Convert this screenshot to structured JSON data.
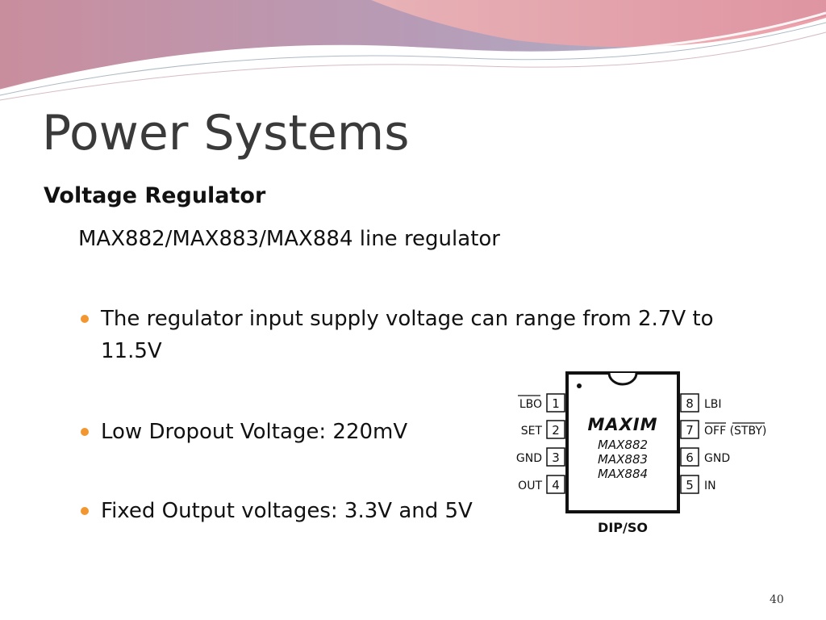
{
  "slide": {
    "title": "Power Systems",
    "subtitle": "Voltage Regulator",
    "lead": "MAX882/MAX883/MAX884 line regulator",
    "bullets": [
      "The regulator input supply voltage can range from 2.7V to 11.5V",
      "Low Dropout Voltage:  220mV",
      "Fixed Output voltages: 3.3V and 5V"
    ],
    "page_number": "40"
  },
  "chip_diagram": {
    "brand": "MAXIM",
    "parts": [
      "MAX882",
      "MAX883",
      "MAX884"
    ],
    "package": "DIP/SO",
    "left_pins": [
      {
        "num": "1",
        "label": "LBO"
      },
      {
        "num": "2",
        "label": "SET"
      },
      {
        "num": "3",
        "label": "GND"
      },
      {
        "num": "4",
        "label": "OUT"
      }
    ],
    "right_pins": [
      {
        "num": "8",
        "label": "LBI"
      },
      {
        "num": "7",
        "label": "OFF (STBY)"
      },
      {
        "num": "6",
        "label": "GND"
      },
      {
        "num": "5",
        "label": "IN"
      }
    ]
  },
  "colors": {
    "bullet": "#f3962f",
    "banner_pink": "#d98a97",
    "banner_blue": "#9fb6cf"
  }
}
